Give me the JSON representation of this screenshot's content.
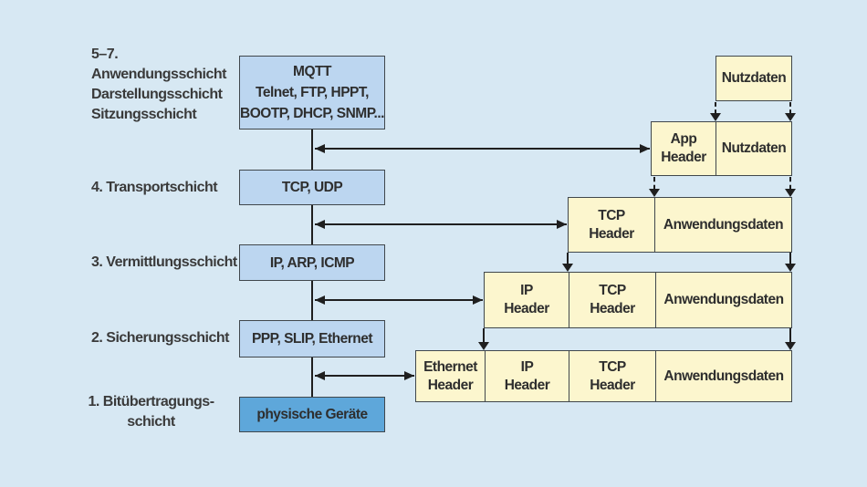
{
  "diagram": {
    "layers": [
      {
        "label": "5–7.\nAnwendungsschicht\nDarstellungsschicht\nSitzungsschicht",
        "protocols": "MQTT\nTelnet, FTP, HPPT,\nBOOTP, DHCP, SNMP..."
      },
      {
        "label": "4. Transportschicht",
        "protocols": "TCP, UDP"
      },
      {
        "label": "3. Vermittlungsschicht",
        "protocols": "IP, ARP, ICMP"
      },
      {
        "label": "2. Sicherungsschicht",
        "protocols": "PPP, SLIP, Ethernet"
      },
      {
        "label": "1. Bitübertragungs-\nschicht",
        "protocols": "physische Geräte"
      }
    ],
    "encapsulation": [
      {
        "cells": [
          "Nutzdaten"
        ]
      },
      {
        "cells": [
          "App\nHeader",
          "Nutzdaten"
        ]
      },
      {
        "cells": [
          "TCP\nHeader",
          "Anwendungsdaten"
        ]
      },
      {
        "cells": [
          "IP\nHeader",
          "TCP\nHeader",
          "Anwendungsdaten"
        ]
      },
      {
        "cells": [
          "Ethernet\nHeader",
          "IP\nHeader",
          "TCP\nHeader",
          "Anwendungsdaten"
        ]
      }
    ]
  },
  "colors": {
    "background": "#d7e8f3",
    "protocol_box_fill": "#bcd6f0",
    "physical_box_fill": "#5ea7da",
    "data_box_fill": "#fcf6ce",
    "box_border": "#40474c",
    "arrow_line": "#1f1f1f",
    "text": "#2e2e2e"
  }
}
